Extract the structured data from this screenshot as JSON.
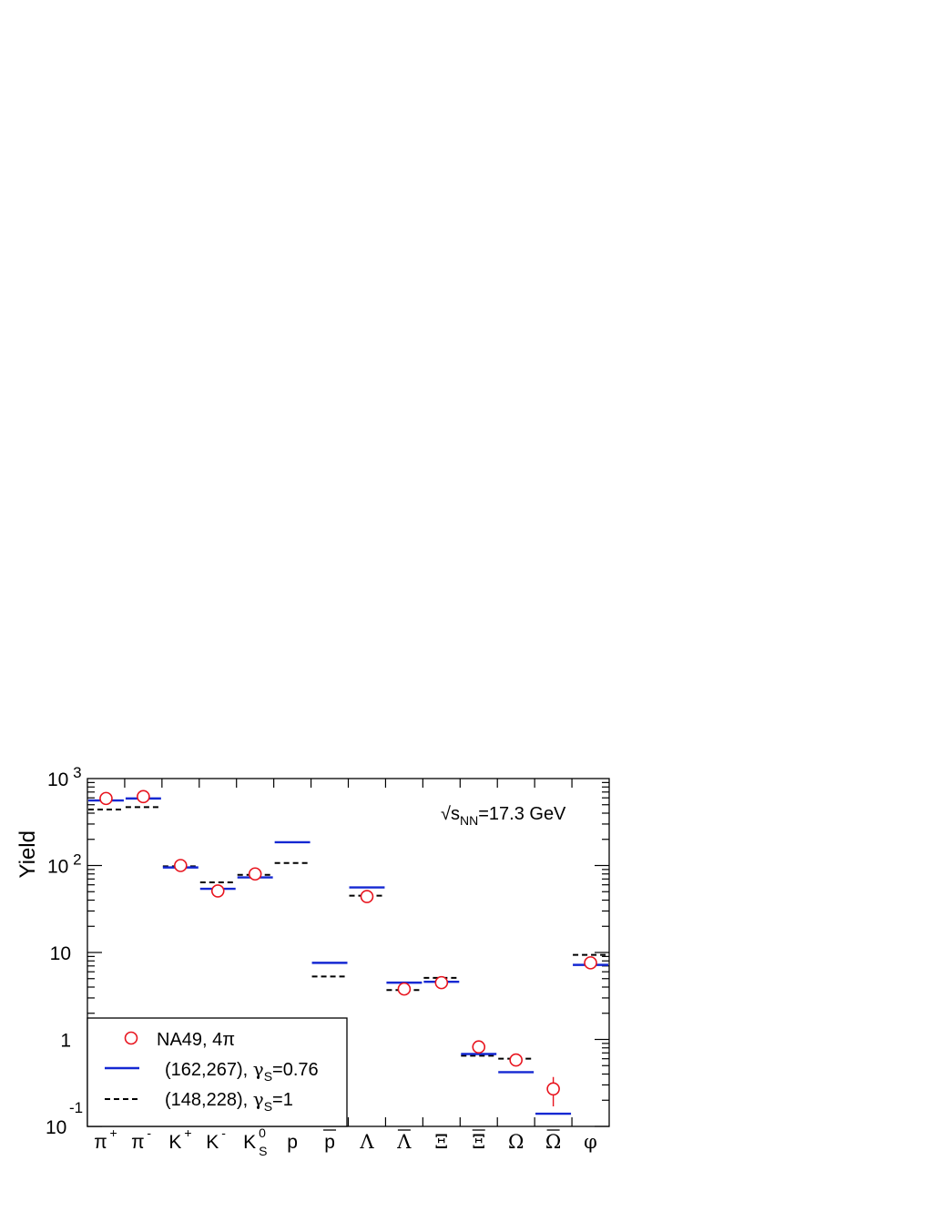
{
  "chart_data": {
    "type": "scatter",
    "ylabel": "Yield",
    "yscale": "log",
    "ylim": [
      0.1,
      1000
    ],
    "y_ticks": [
      {
        "base": "10",
        "exp": "-1",
        "value": 0.1
      },
      {
        "base": "1",
        "exp": "",
        "value": 1
      },
      {
        "base": "10",
        "exp": "",
        "value": 10
      },
      {
        "base": "10",
        "exp": "2",
        "value": 100
      },
      {
        "base": "10",
        "exp": "3",
        "value": 1000
      }
    ],
    "categories": [
      {
        "main": "π",
        "sup": "+",
        "sub": "",
        "bar": false
      },
      {
        "main": "π",
        "sup": "-",
        "sub": "",
        "bar": false
      },
      {
        "main": "K",
        "sup": "+",
        "sub": "",
        "bar": false
      },
      {
        "main": "K",
        "sup": "-",
        "sub": "",
        "bar": false
      },
      {
        "main": "K",
        "sup": "0",
        "sub": "S",
        "bar": false
      },
      {
        "main": "p",
        "sup": "",
        "sub": "",
        "bar": false
      },
      {
        "main": "p",
        "sup": "",
        "sub": "",
        "bar": true
      },
      {
        "main": "Λ",
        "sup": "",
        "sub": "",
        "bar": false
      },
      {
        "main": "Λ",
        "sup": "",
        "sub": "",
        "bar": true
      },
      {
        "main": "Ξ",
        "sup": "",
        "sub": "",
        "bar": false
      },
      {
        "main": "Ξ",
        "sup": "",
        "sub": "",
        "bar": true
      },
      {
        "main": "Ω",
        "sup": "",
        "sub": "",
        "bar": false
      },
      {
        "main": "Ω",
        "sup": "",
        "sub": "",
        "bar": true
      },
      {
        "main": "φ",
        "sup": "",
        "sub": "",
        "bar": false
      }
    ],
    "annotation": {
      "root": "√",
      "s": "s",
      "sub": "NN",
      "rest": "=17.3 GeV"
    },
    "series": [
      {
        "name": "NA49, 4π",
        "style": "open-circle",
        "color": "#e8141e",
        "values": [
          590,
          620,
          100,
          51,
          80,
          null,
          null,
          44,
          3.8,
          4.5,
          0.82,
          0.58,
          0.27,
          7.6
        ],
        "err_up": [
          0,
          0,
          0,
          0,
          0,
          null,
          null,
          0,
          0,
          0,
          0,
          0.08,
          0.1,
          0
        ],
        "err_dn": [
          0,
          0,
          0,
          0,
          0,
          null,
          null,
          0,
          0,
          0,
          0,
          0.08,
          0.1,
          0
        ]
      },
      {
        "name": "(162,267), ",
        "gamma_label": "γ",
        "gamma_sub": "S",
        "gamma_val": "=0.76",
        "style": "solid",
        "color": "#1428d2",
        "values": [
          560,
          590,
          95,
          54,
          73,
          185,
          7.6,
          56,
          4.5,
          4.6,
          0.68,
          0.42,
          0.14,
          7.2
        ]
      },
      {
        "name": "(148,228), ",
        "gamma_label": "γ",
        "gamma_sub": "S",
        "gamma_val": "=1",
        "style": "dashed",
        "color": "#000000",
        "values": [
          440,
          470,
          98,
          64,
          78,
          107,
          5.3,
          45,
          3.7,
          5.1,
          0.65,
          0.6,
          0.14,
          9.4
        ]
      }
    ]
  }
}
